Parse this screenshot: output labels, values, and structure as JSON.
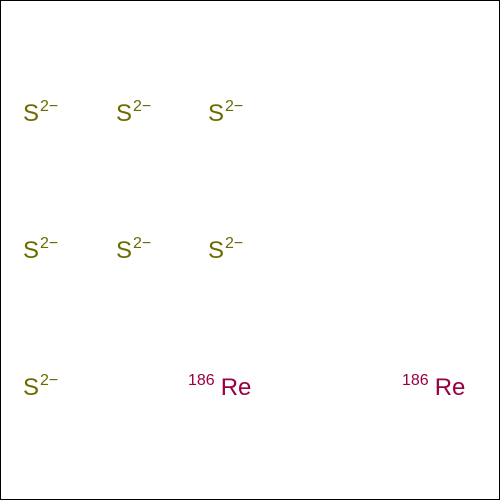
{
  "sulfide": {
    "symbol": "S",
    "charge": "2−",
    "color": "#6b6b00"
  },
  "rhenium": {
    "symbol": "Re",
    "mass_number": "186",
    "color": "#990044"
  }
}
